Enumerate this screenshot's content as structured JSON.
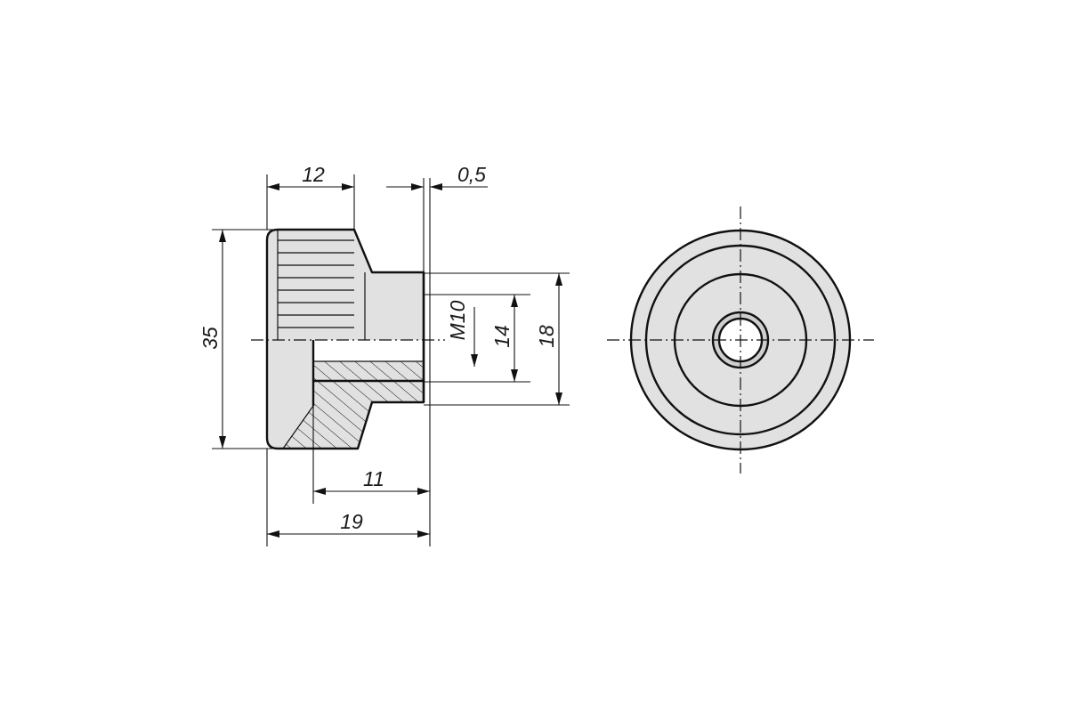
{
  "drawing": {
    "dimensions": {
      "head_width": "12",
      "gap": "0,5",
      "outer_diameter": "35",
      "thread": "M10",
      "bore_diameter": "14",
      "hub_diameter": "18",
      "hub_length": "11",
      "total_length": "19"
    }
  },
  "colors": {
    "line": "#111111",
    "body": "#e1e1e1",
    "section": "#cfcfcf"
  }
}
